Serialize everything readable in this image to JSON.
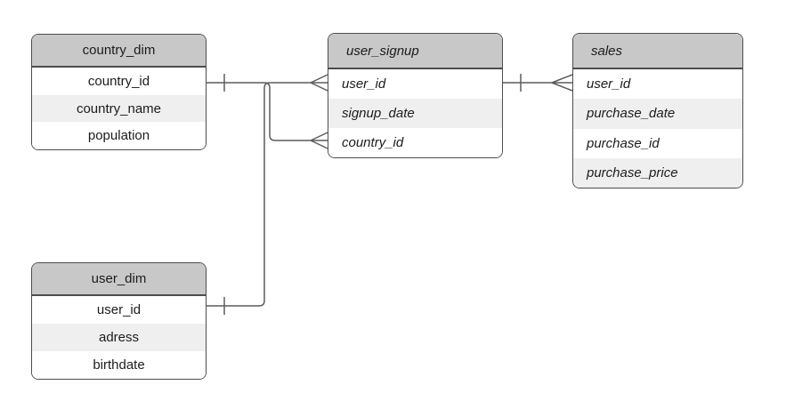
{
  "diagram": {
    "type": "entity-relationship",
    "notation": "crows-foot",
    "background": "#ffffff"
  },
  "colors": {
    "entity_header_bg": "#c8c8c8",
    "row_bg": "#ffffff",
    "row_alt_bg": "#efefef",
    "entity_border": "#4d4d4d",
    "connector_line": "#5c5c5c",
    "text": "#1c1c1c"
  },
  "entities": [
    {
      "name": "country_dim",
      "style": "centered-upright",
      "fields": [
        "country_id",
        "country_name",
        "population"
      ]
    },
    {
      "name": "user_signup",
      "style": "italic-left",
      "fields": [
        "user_id",
        "signup_date",
        "country_id"
      ]
    },
    {
      "name": "sales",
      "style": "italic-left",
      "fields": [
        "user_id",
        "purchase_date",
        "purchase_id",
        "purchase_price"
      ]
    },
    {
      "name": "user_dim",
      "style": "centered-upright",
      "fields": [
        "user_id",
        "adress",
        "birthdate"
      ]
    }
  ],
  "relationships": [
    {
      "from": "country_dim.country_id",
      "to": "user_signup.country_id",
      "from_cardinality": "one",
      "to_cardinality": "many"
    },
    {
      "from": "user_dim.user_id",
      "to": "user_signup.user_id",
      "from_cardinality": "one",
      "to_cardinality": "many"
    },
    {
      "from": "user_signup.user_id",
      "to": "sales.user_id",
      "from_cardinality": "one",
      "to_cardinality": "many"
    }
  ]
}
